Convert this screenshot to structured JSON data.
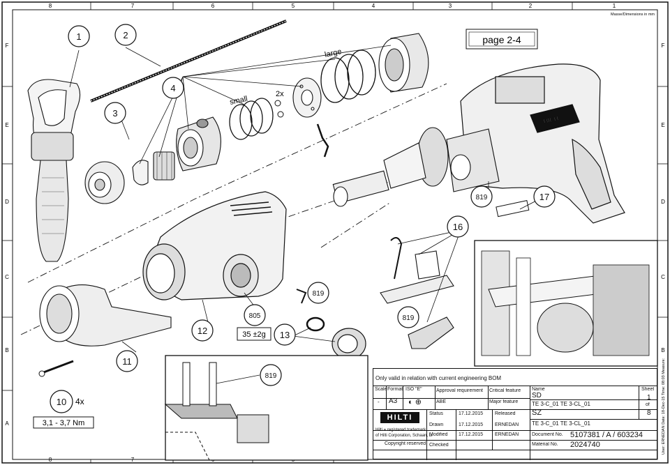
{
  "frame": {
    "col_labels_top": [
      "8",
      "7",
      "6",
      "5",
      "4",
      "3",
      "2",
      "1"
    ],
    "row_labels": [
      "F",
      "E",
      "D",
      "C",
      "B",
      "A"
    ],
    "units_note": "Masse/Dimensions in mm",
    "side_note": "User: ERNEDAN    Date: 18-Dec-15    Time: 08:03    Measure:"
  },
  "callouts": {
    "c1": "1",
    "c2": "2",
    "c3": "3",
    "c4": "4",
    "c10": "10",
    "c11": "11",
    "c12": "12",
    "c13": "13",
    "c16": "16",
    "c17": "17",
    "c805": "805",
    "c819a": "819",
    "c819b": "819",
    "c819c": "819",
    "c819d": "819"
  },
  "labels": {
    "page_ref": "page 2-4",
    "small": "small",
    "large": "large",
    "two_x": "2x",
    "four_x": "4x",
    "weight": "35 ±2g",
    "torque": "3,1 - 3,7 Nm"
  },
  "title_block": {
    "notice": "Only valid in relation with current engineering BOM",
    "scale_label": "Scale",
    "scale_value": "-",
    "format_label": "Format",
    "format_value": "A3",
    "iso_label": "ISO \"E\"",
    "approval_req": "Approval requirement",
    "abe": "ABE",
    "critical": "Critical feature",
    "major": "Major feature",
    "name_label": "Name",
    "name_sd": "SD",
    "name_sd_sub": "TE 3-C_01 TE 3-CL_01",
    "name_sz": "SZ",
    "name_sz_sub": "TE 3-C_01 TE 3-CL_01",
    "sheet_label": "Sheet",
    "sheet_no": "1",
    "sheet_of": "of",
    "sheet_total": "8",
    "status_label": "Status",
    "status_date": "17.12.2015",
    "status_value": "Released",
    "drawn_label": "Drawn",
    "drawn_date": "17.12.2015",
    "drawn_by": "ERNEDAN",
    "modified_label": "Modified",
    "modified_date": "17.12.2015",
    "modified_by": "ERNEDAN",
    "checked_label": "Checked",
    "doc_label": "Document No.",
    "doc_no": "5107381 / A / 603234",
    "mat_label": "Material No.",
    "mat_no": "2024740",
    "brand": "HILTI",
    "trademark_1": "Hilti = registered trademark",
    "trademark_2": "of Hilti Corporation, Schaan, LI",
    "copyright": "Copyright reserved"
  },
  "colors": {
    "ink": "#111111",
    "paper": "#ffffff",
    "shade": "#777777"
  }
}
